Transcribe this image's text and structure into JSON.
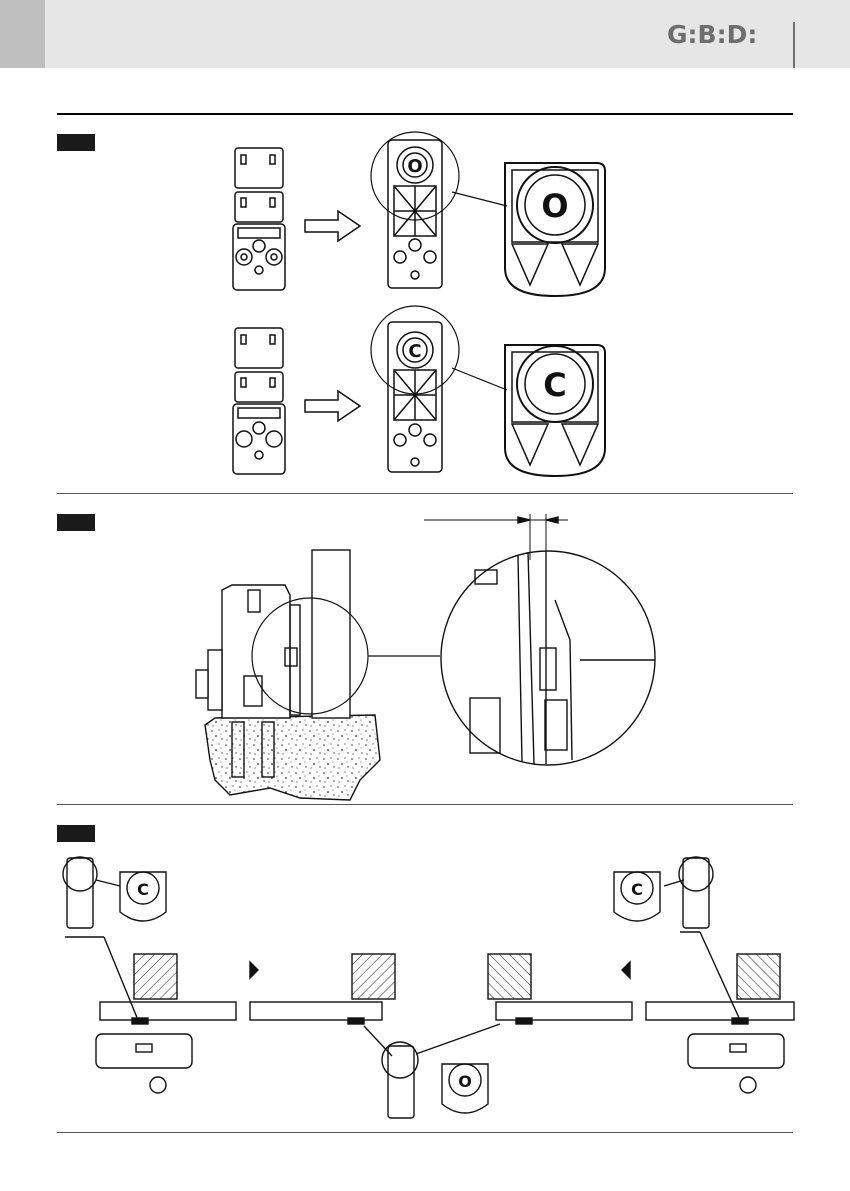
{
  "header": {
    "logo_text": "G:B:D:",
    "colors": {
      "bar": "#e6e6e6",
      "tab": "#bfbfbf",
      "logo": "#6e6e6e"
    }
  },
  "figure1": {
    "open_label": "O",
    "close_label": "C"
  },
  "figure3": {
    "left_label": "C",
    "right_label": "C",
    "bottom_label": "O"
  }
}
